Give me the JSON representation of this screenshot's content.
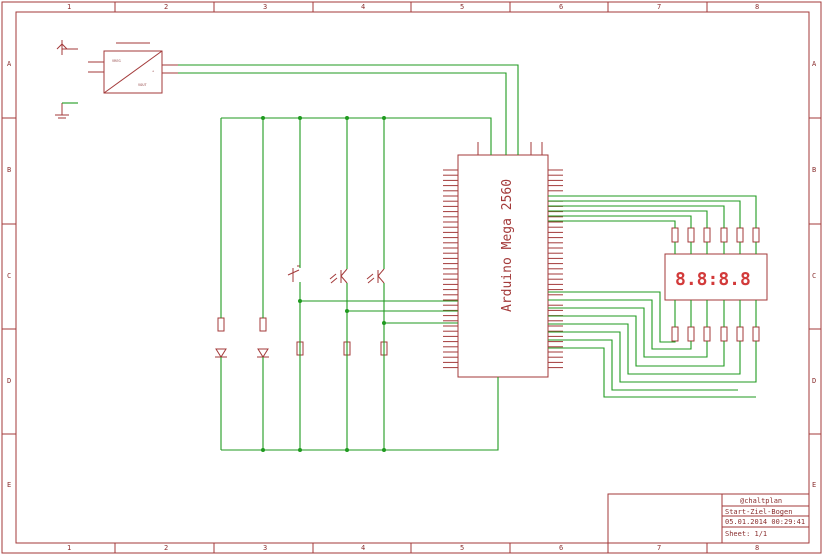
{
  "schematic": {
    "columns": [
      "1",
      "2",
      "3",
      "4",
      "5",
      "6",
      "7",
      "8"
    ],
    "rows": [
      "A",
      "B",
      "C",
      "D",
      "E"
    ],
    "mcu_name": "Arduino Mega 2560",
    "display_text": "8.8:8.8",
    "title_block": {
      "line1": "@chaltplan",
      "line2": "Start-Ziel-Bogen",
      "line3": "05.01.2014 00:29:41",
      "line4": "Sheet: 1/1"
    }
  }
}
